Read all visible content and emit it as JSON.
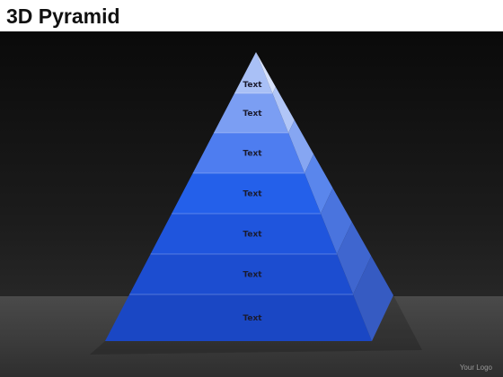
{
  "slide": {
    "title": "3D Pyramid",
    "logo": "Your Logo"
  },
  "pyramid": {
    "levels": [
      {
        "label": "Text",
        "front": "#a9c0f6",
        "side": "#d6e1fb"
      },
      {
        "label": "Text",
        "front": "#7b9ef3",
        "side": "#b1c6f7"
      },
      {
        "label": "Text",
        "front": "#4e7df0",
        "side": "#86a6f2"
      },
      {
        "label": "Text",
        "front": "#2460ea",
        "side": "#5a86ec"
      },
      {
        "label": "Text",
        "front": "#1f55dd",
        "side": "#4a74de"
      },
      {
        "label": "Text",
        "front": "#1c4dd0",
        "side": "#3f66cf"
      },
      {
        "label": "Text",
        "front": "#1a47c4",
        "side": "#365bc2"
      }
    ]
  }
}
